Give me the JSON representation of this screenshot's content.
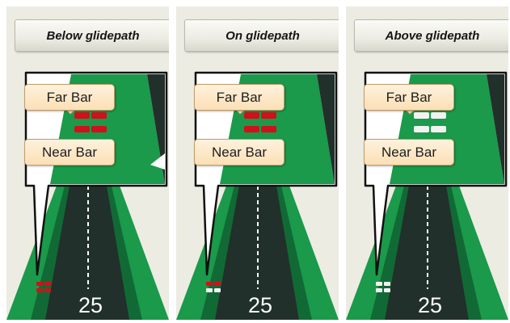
{
  "colors": {
    "bar_red": "#d0101a",
    "bar_white": "#f2f2f2",
    "grass_green": "#1a9a4a",
    "runway_dark": "#21302a",
    "label_fill": "#fde6c3"
  },
  "panels": [
    {
      "title": "Below glidepath",
      "far_bar_label": "Far Bar",
      "near_bar_label": "Near Bar",
      "runway_number": "25",
      "far_bar_color": "red",
      "near_bar_color": "red",
      "far_light_colors": [
        "red",
        "red",
        "red",
        "red"
      ],
      "near_light_colors": [
        "red",
        "red",
        "red",
        "red"
      ]
    },
    {
      "title": "On glidepath",
      "far_bar_label": "Far Bar",
      "near_bar_label": "Near Bar",
      "runway_number": "25",
      "far_bar_color": "red",
      "near_bar_color": "white",
      "far_light_colors": [
        "red",
        "red",
        "red",
        "red"
      ],
      "near_light_colors": [
        "red",
        "red",
        "white",
        "white"
      ]
    },
    {
      "title": "Above glidepath",
      "far_bar_label": "Far Bar",
      "near_bar_label": "Near Bar",
      "runway_number": "25",
      "far_bar_color": "white",
      "near_bar_color": "white",
      "far_light_colors": [
        "white",
        "white",
        "white",
        "white"
      ],
      "near_light_colors": [
        "white",
        "white",
        "white",
        "white"
      ]
    }
  ]
}
